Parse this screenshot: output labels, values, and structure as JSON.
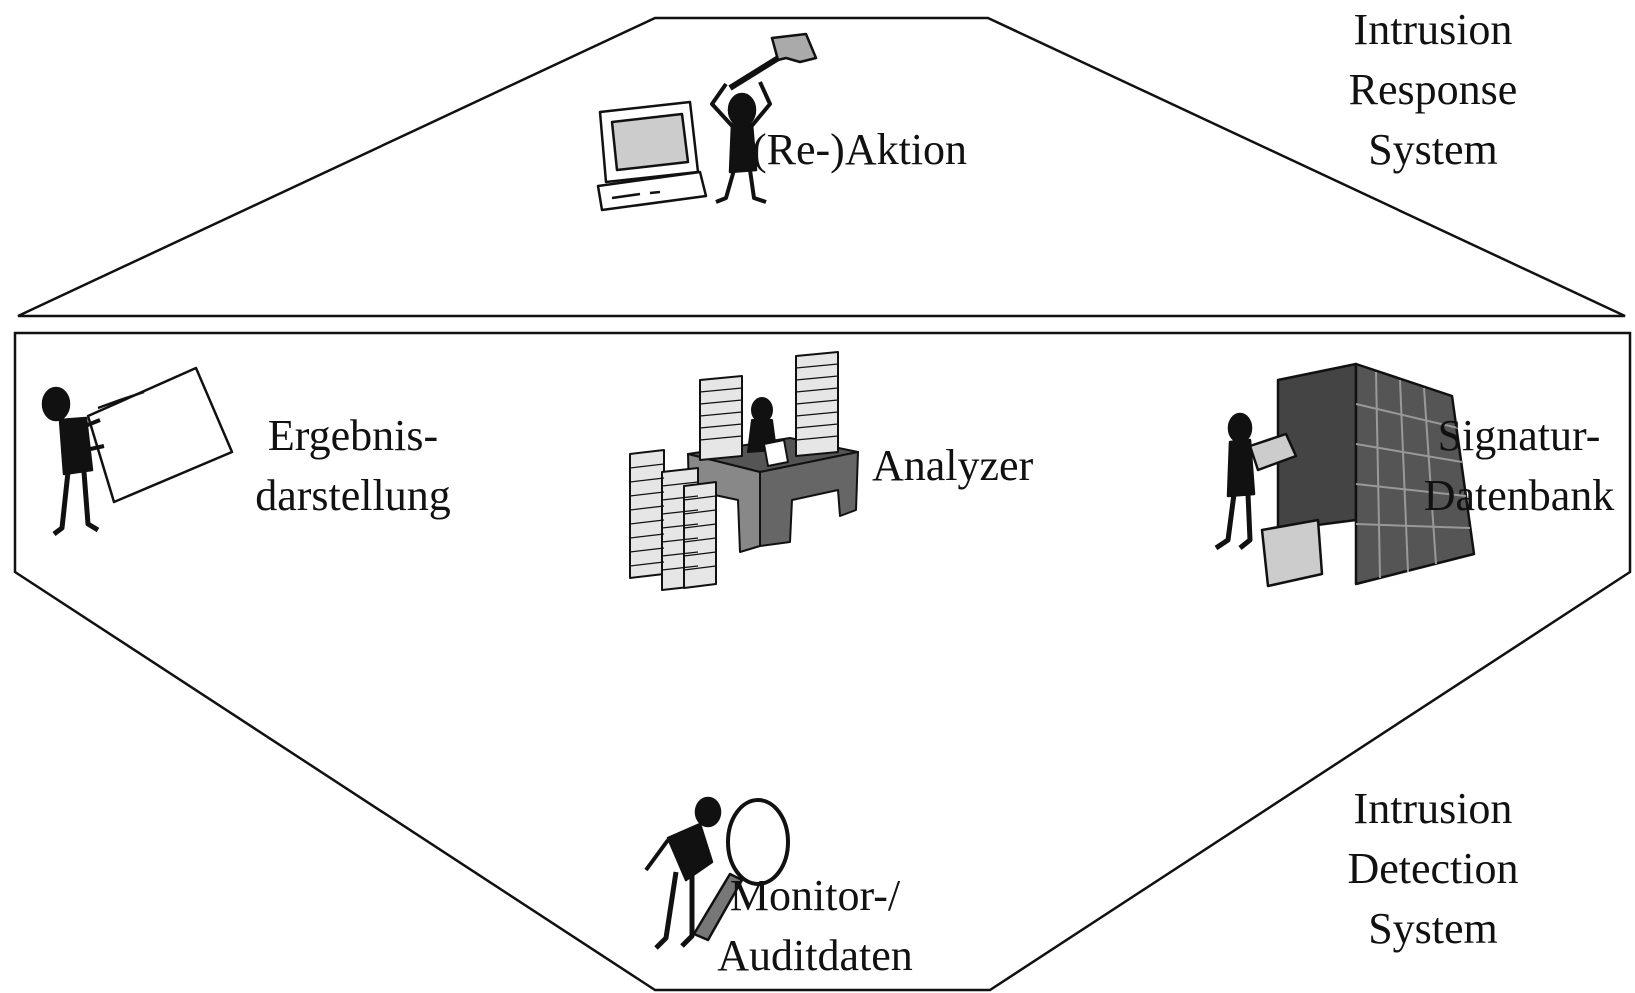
{
  "response_system": {
    "title_lines": [
      "Intrusion",
      "Response",
      "System"
    ],
    "action_label": "(Re-)Aktion"
  },
  "detection_system": {
    "title_lines": [
      "Intrusion",
      "Detection",
      "System"
    ],
    "result_label_lines": [
      "Ergebnis-",
      "darstellung"
    ],
    "analyzer_label": "Analyzer",
    "signature_label_lines": [
      "Signatur-",
      "Datenbank"
    ],
    "monitor_label_lines": [
      "Monitor-/",
      "Auditdaten"
    ]
  },
  "icons": {
    "action": "computer-with-hammer-person-icon",
    "result": "person-holding-board-icon",
    "analyzer": "desk-with-paper-stacks-icon",
    "signature": "person-at-filing-shelf-icon",
    "monitor": "person-with-magnifier-icon"
  },
  "colors": {
    "line": "#111111",
    "shelf": "#555555",
    "fill_light": "#dddddd",
    "fill_mid": "#bbbbbb"
  }
}
